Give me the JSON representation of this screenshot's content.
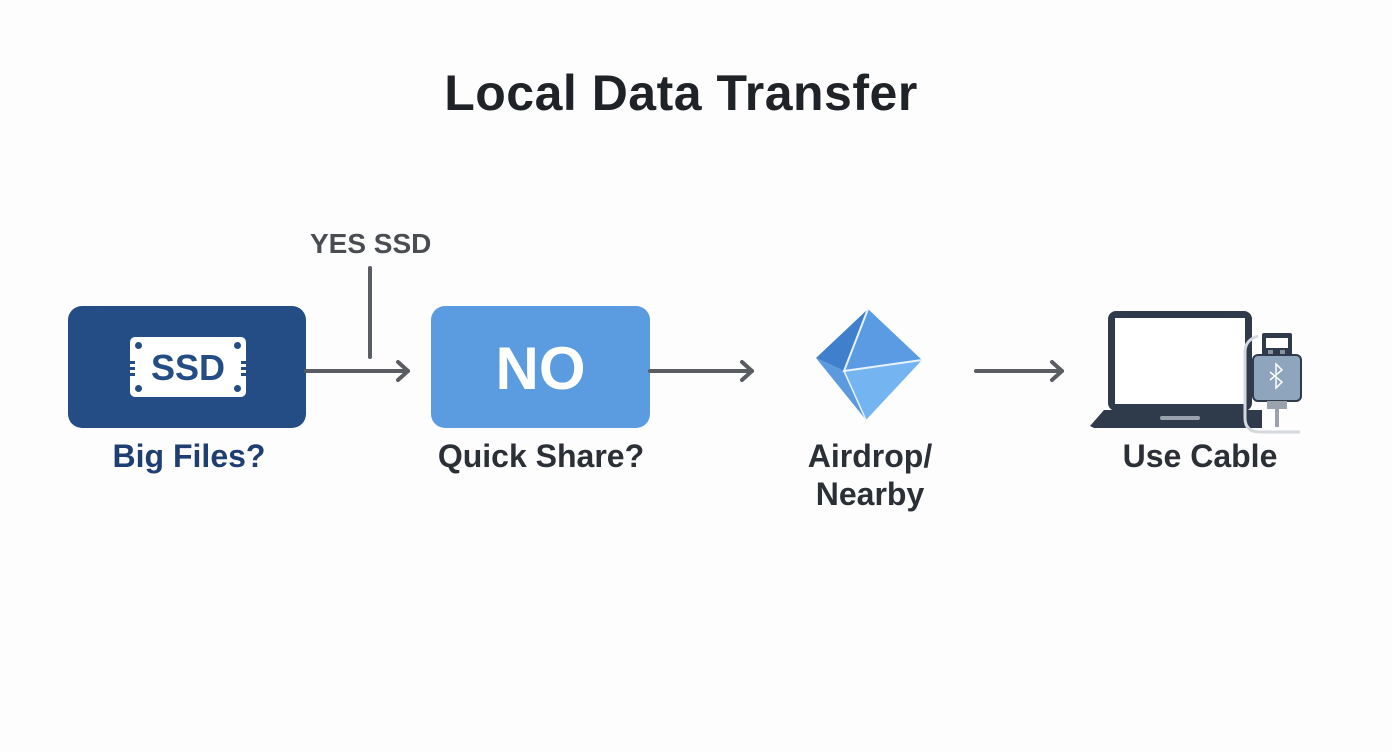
{
  "title": "Local Data Transfer",
  "nodes": [
    {
      "id": "big-files",
      "icon_text": "SSD",
      "label": "Big Files?",
      "color": "#244d86"
    },
    {
      "id": "quick-share",
      "icon_text": "NO",
      "label": "Quick Share?",
      "color": "#5b9be0"
    },
    {
      "id": "airdrop",
      "label_line1": "Airdrop/",
      "label_line2": "Nearby",
      "icon": "diamond-icon"
    },
    {
      "id": "use-cable",
      "label": "Use Cable",
      "icon": "laptop-usb-icon"
    }
  ],
  "branch_label": "YES SSD",
  "colors": {
    "arrow": "#5a5d62",
    "dark_blue": "#244d86",
    "light_blue": "#5b9be0",
    "text": "#2b2f36"
  }
}
